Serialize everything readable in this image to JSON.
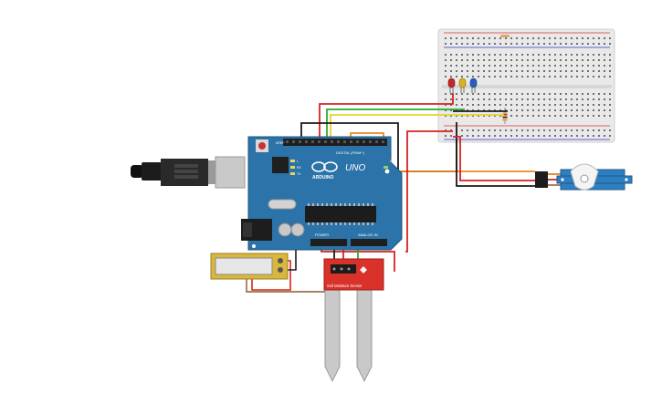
{
  "arduino": {
    "brand_text": "UNO",
    "logo_text": "ARDUINO",
    "digital_header": "DIGITAL (PWM~)",
    "power_header": "POWER",
    "analog_header": "ANALOG IN",
    "tx_label": "TX",
    "rx_label": "RX",
    "l_label": "L",
    "aref_label": "AREF",
    "on_label": "ON"
  },
  "soil_sensor": {
    "title": "Soil Moisture Sensor"
  },
  "colors": {
    "wire_red": "#d8221f",
    "wire_black": "#1a1a1a",
    "wire_green": "#2eaa2e",
    "wire_yellow": "#e8d22a",
    "wire_orange": "#e98a1e",
    "wire_brown": "#8a5a2b",
    "board_blue": "#2b73a8",
    "servo_blue": "#2e7fbf",
    "sensor_red": "#d8322a",
    "led_red": "#c0282a",
    "led_yellow": "#d9b21e",
    "led_blue": "#2a5dbf"
  }
}
